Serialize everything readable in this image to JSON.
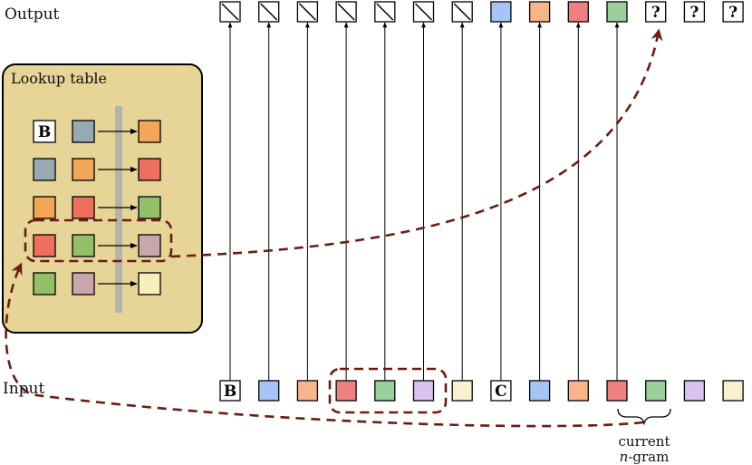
{
  "labels": {
    "output": "Output",
    "input": "Input",
    "lookup_title": "Lookup table",
    "current_line1": "current",
    "current_n": "n",
    "current_gram": "-gram"
  },
  "glyphs": {
    "B": "B",
    "C": "C",
    "unknown": "?"
  },
  "colors": {
    "blue": "#a6c5f7",
    "orange": "#f9b48a",
    "red": "#f08080",
    "green": "#9bcf9b",
    "lavender": "#d8c4ef",
    "cream": "#f9f1cf",
    "table_bg": "#e6d597",
    "gray_tile": "#97aab3",
    "dash": "#6b1d12"
  },
  "input_tokens": [
    "B",
    "blue",
    "orange",
    "red",
    "green",
    "lavender",
    "cream",
    "C",
    "blue",
    "orange",
    "red",
    "green",
    "lavender",
    "cream"
  ],
  "output_tokens": [
    "none",
    "none",
    "none",
    "none",
    "none",
    "none",
    "none",
    "blue",
    "orange",
    "red",
    "green",
    "?",
    "?",
    "?"
  ],
  "lookup_rows": [
    [
      "B",
      "gray",
      "orange"
    ],
    [
      "gray",
      "orange",
      "red"
    ],
    [
      "orange",
      "red",
      "green"
    ],
    [
      "red",
      "green",
      "mauve"
    ],
    [
      "green",
      "mauve",
      "cream"
    ]
  ]
}
